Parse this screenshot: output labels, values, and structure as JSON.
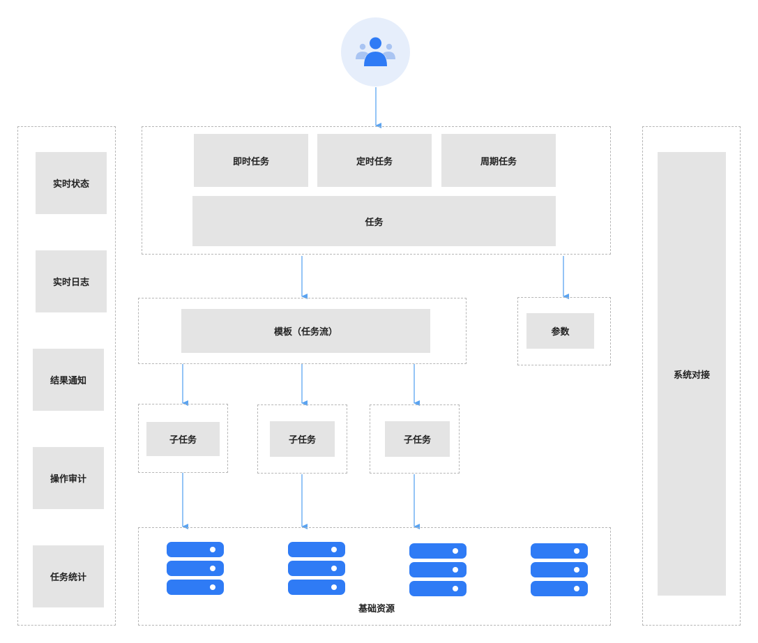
{
  "left_panel": {
    "items": [
      "实时状态",
      "实时日志",
      "结果通知",
      "操作审计",
      "任务统计"
    ]
  },
  "task_group": {
    "types": [
      "即时任务",
      "定时任务",
      "周期任务"
    ],
    "main": "任务"
  },
  "template": {
    "label": "模板（任务流）"
  },
  "params": {
    "label": "参数"
  },
  "subtasks": [
    "子任务",
    "子任务",
    "子任务"
  ],
  "resources": {
    "label": "基础资源"
  },
  "right_panel": {
    "label": "系统对接"
  },
  "colors": {
    "accent_blue": "#2f7bf5",
    "arrow_blue": "#5aa3f0",
    "user_circle_bg": "#e6eefb",
    "box_fill": "#e4e4e4",
    "dash_border": "#b5b5b5"
  },
  "icons": {
    "user": "users-group-icon",
    "server": "server-rack-icon"
  }
}
